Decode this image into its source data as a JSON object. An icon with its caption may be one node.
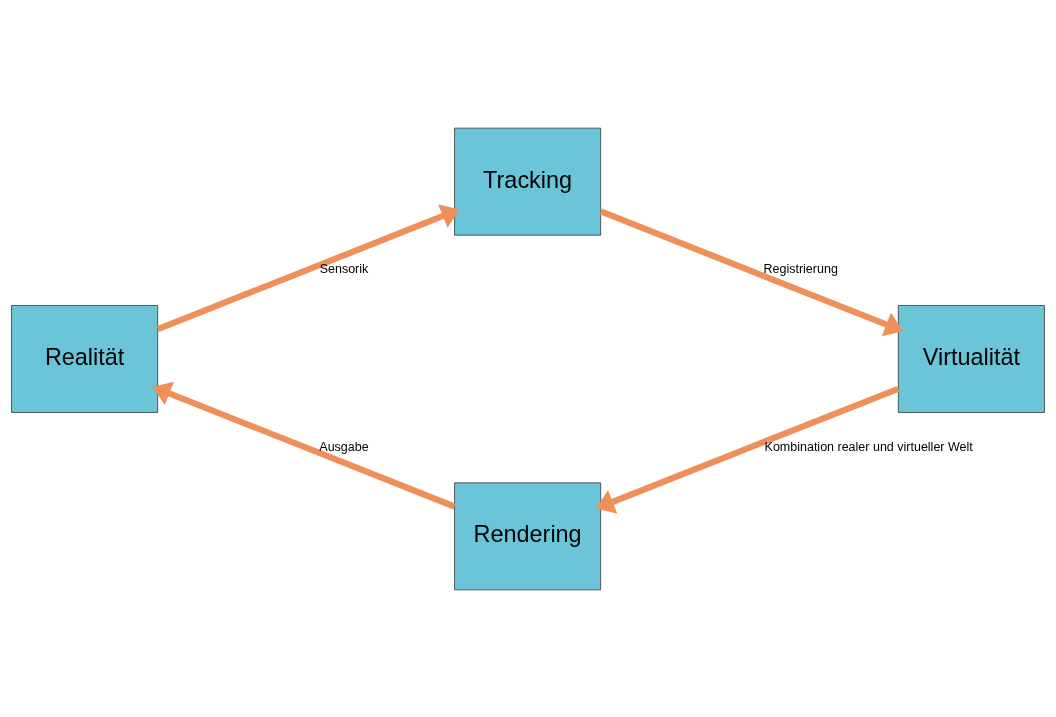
{
  "diagram": {
    "nodes": [
      {
        "text": [
          "Tracking"
        ]
      },
      {
        "text": [
          "Realität"
        ]
      },
      {
        "text": [
          "Virtualität"
        ]
      },
      {
        "text": [
          "Rendering"
        ]
      }
    ],
    "edges": [
      {
        "from": 1,
        "to": 0,
        "arrow": "to",
        "label": "Sensorik"
      },
      {
        "from": 0,
        "to": 2,
        "arrow": "to",
        "label": "Registrierung"
      },
      {
        "from": 2,
        "to": 3,
        "arrow": "to",
        "label": "Kombination realer und virtueller Welt"
      },
      {
        "from": 3,
        "to": 1,
        "arrow": "to",
        "label": "Ausgabe"
      }
    ]
  }
}
